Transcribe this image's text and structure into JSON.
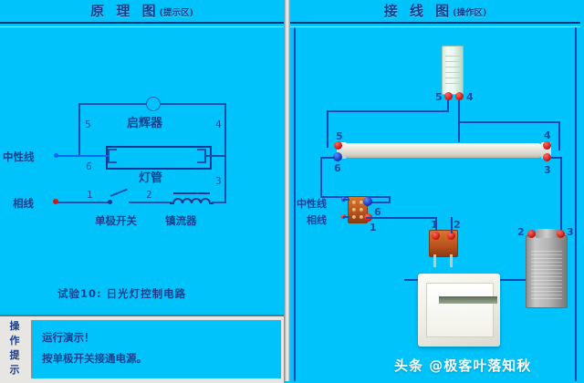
{
  "left_panel": {
    "title": "原 理 图",
    "title_sub": "(提示区)",
    "labels": {
      "neutral": "中性线",
      "live": "相线",
      "starter": "启辉器",
      "tube": "灯管",
      "switch": "单极开关",
      "ballast": "镇流器"
    },
    "numbers": {
      "n1": "1",
      "n2": "2",
      "n3": "3",
      "n4": "4",
      "n5": "5",
      "n6": "6"
    },
    "caption": "试验10:  日光灯控制电路"
  },
  "hint": {
    "label_chars": "操\n作\n提\n示",
    "line1": "运行演示！",
    "line2": "按单极开关接通电源。"
  },
  "right_panel": {
    "title": "接 线 图",
    "title_sub": "(操作区)",
    "labels": {
      "neutral": "中性线",
      "live": "相线"
    },
    "terminal_numbers": {
      "starter_left": "5",
      "starter_right": "4",
      "tube_left_top": "5",
      "tube_left_bottom": "6",
      "tube_right_top": "4",
      "tube_right_bottom": "3",
      "block_neutral": "6",
      "block_live": "1",
      "switch_left": "1",
      "switch_right": "2",
      "ballast_left": "2",
      "ballast_right": "3"
    }
  },
  "watermark": "头条 @极客叶落知秋",
  "colors": {
    "background": "#00c3fc",
    "wire_blue": "#1947b4",
    "text_blue": "#17408f",
    "terminal_red": "#c51010",
    "terminal_blue": "#0c2fb8"
  }
}
